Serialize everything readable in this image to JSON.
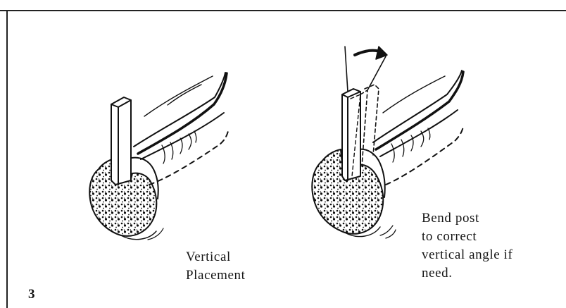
{
  "figure": {
    "number": "3",
    "left_caption": {
      "line1": "Vertical",
      "line2": "Placement"
    },
    "right_caption": {
      "line1": "Bend post",
      "line2": "to correct",
      "line3": "vertical angle if",
      "line4": "need."
    },
    "ink_color": "#111111"
  }
}
